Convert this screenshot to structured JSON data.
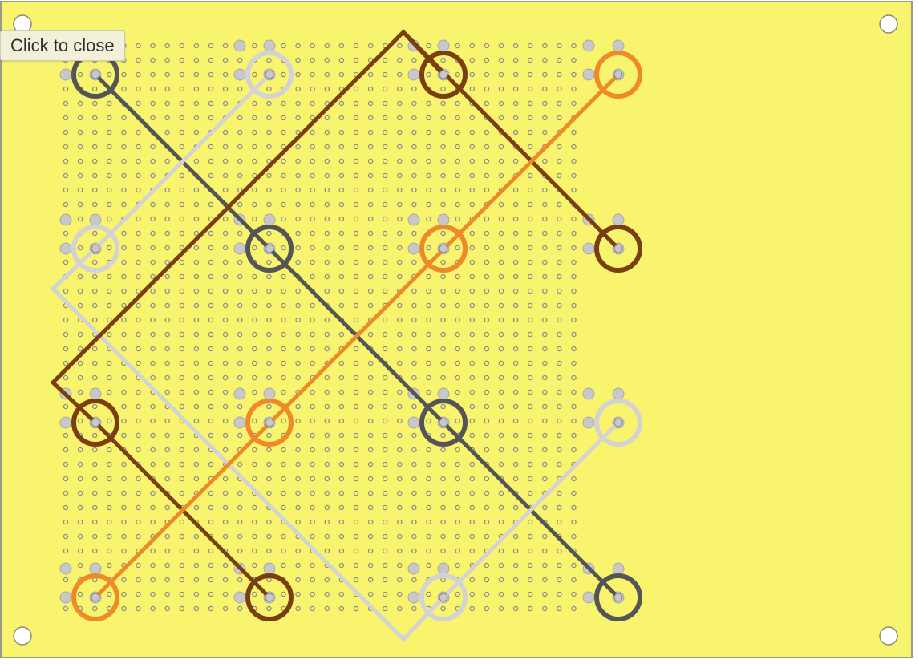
{
  "tooltip": {
    "label": "Click to close"
  },
  "colors": {
    "board": "#f8f46e",
    "board_border": "#9a9a8a",
    "hole_small": "#8c8c8c",
    "mount_hole": "#ffffff",
    "pad": "#c8c8c8",
    "wire_dark_gray": "#555555",
    "wire_light_gray": "#d3d3d3",
    "wire_brown": "#7a3e12",
    "wire_orange": "#ef8a2a"
  },
  "grid": {
    "columns": 36,
    "rows": 40
  },
  "wires": [
    {
      "color": "wire_dark_gray",
      "from": "A1",
      "to": "D4"
    },
    {
      "color": "wire_light_gray",
      "from": "B1",
      "to": "A2"
    },
    {
      "color": "wire_light_gray",
      "from": "A2",
      "to": "C4"
    },
    {
      "color": "wire_light_gray",
      "from": "C4",
      "to": "D3"
    },
    {
      "color": "wire_brown",
      "from": "C1",
      "to": "D2"
    },
    {
      "color": "wire_brown",
      "from": "C1",
      "to": "A3"
    },
    {
      "color": "wire_brown",
      "from": "A3",
      "to": "B4"
    },
    {
      "color": "wire_orange",
      "from": "D1",
      "to": "A4"
    }
  ],
  "pins": [
    {
      "id": "A1",
      "color": "wire_dark_gray"
    },
    {
      "id": "B1",
      "color": "wire_light_gray"
    },
    {
      "id": "C1",
      "color": "wire_brown"
    },
    {
      "id": "D1",
      "color": "wire_orange"
    },
    {
      "id": "A2",
      "color": "wire_light_gray"
    },
    {
      "id": "B2",
      "color": "wire_dark_gray"
    },
    {
      "id": "C2",
      "color": "wire_orange"
    },
    {
      "id": "D2",
      "color": "wire_brown"
    },
    {
      "id": "A3",
      "color": "wire_brown"
    },
    {
      "id": "B3",
      "color": "wire_orange"
    },
    {
      "id": "C3",
      "color": "wire_dark_gray"
    },
    {
      "id": "D3",
      "color": "wire_light_gray"
    },
    {
      "id": "A4",
      "color": "wire_orange"
    },
    {
      "id": "B4",
      "color": "wire_brown"
    },
    {
      "id": "C4",
      "color": "wire_light_gray"
    },
    {
      "id": "D4",
      "color": "wire_dark_gray"
    }
  ]
}
